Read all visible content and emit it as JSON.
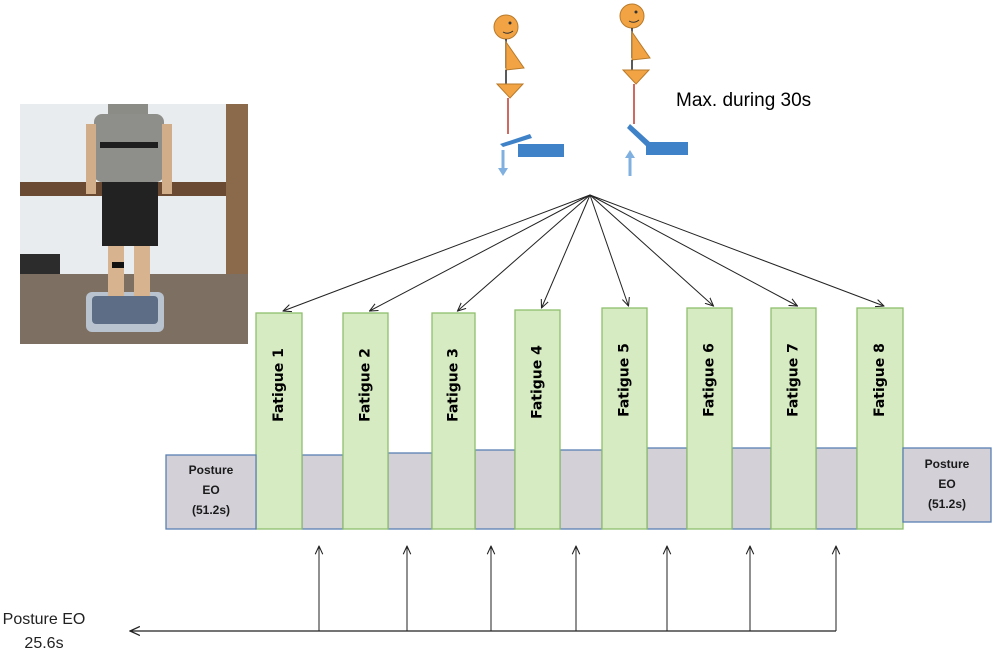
{
  "caption": "Max. during 30s",
  "fatigue_labels": [
    "Fatigue 1",
    "Fatigue 2",
    "Fatigue 3",
    "Fatigue 4",
    "Fatigue 5",
    "Fatigue 6",
    "Fatigue 7",
    "Fatigue 8"
  ],
  "posture_block": {
    "line1": "Posture",
    "line2": "EO",
    "line3": "(51.2s)"
  },
  "bottom_label": {
    "line1": "Posture EO",
    "line2": "25.6s"
  },
  "colors": {
    "fatigue_fill": "#d6ebc2",
    "fatigue_stroke": "#8fbf6e",
    "rest_fill": "#d3d0d8",
    "rest_stroke": "#5a7fb3",
    "figure_fill": "#f2a444",
    "plate_fill": "#3f82c7"
  }
}
